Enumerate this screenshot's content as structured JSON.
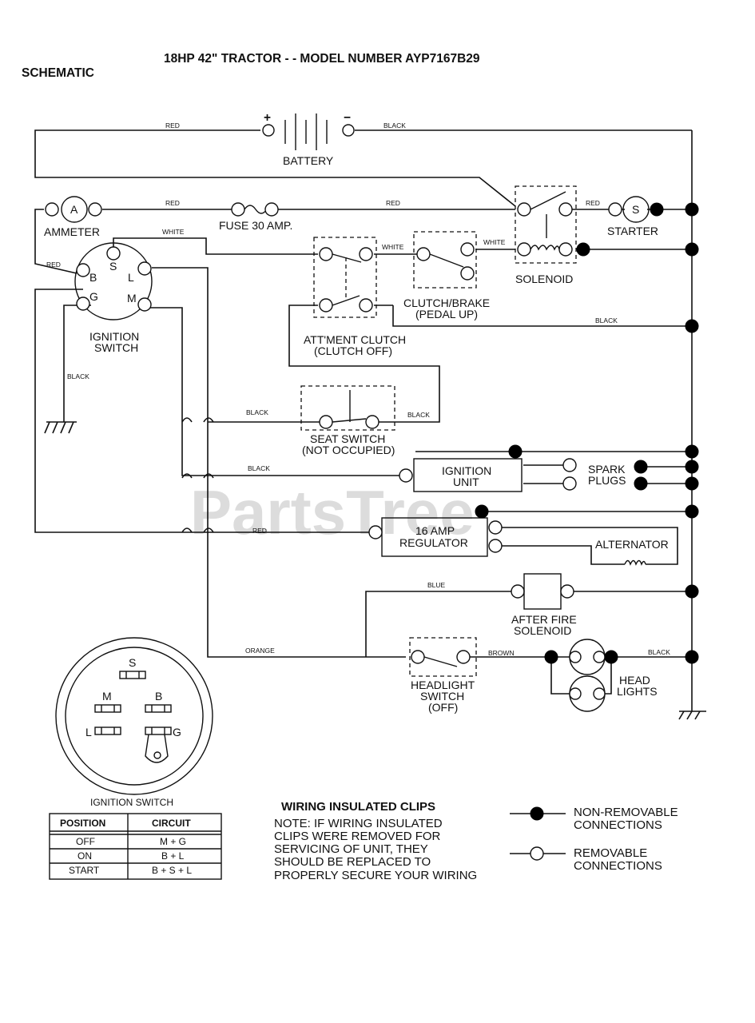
{
  "header": {
    "title": "18HP 42\" TRACTOR - - MODEL NUMBER AYP7167B29",
    "section": "SCHEMATIC"
  },
  "watermark": "PartsTree",
  "components": {
    "battery": "BATTERY",
    "battery_plus": "+",
    "battery_minus": "−",
    "ammeter": "AMMETER",
    "ammeter_symbol": "A",
    "fuse": "FUSE 30 AMP.",
    "starter": "STARTER",
    "starter_symbol": "S",
    "solenoid": "SOLENOID",
    "clutch_brake_1": "CLUTCH/BRAKE",
    "clutch_brake_2": "(PEDAL UP)",
    "attachment_clutch_1": "ATT'MENT CLUTCH",
    "attachment_clutch_2": "(CLUTCH OFF)",
    "ignition_switch_1": "IGNITION",
    "ignition_switch_2": "SWITCH",
    "seat_switch_1": "SEAT SWITCH",
    "seat_switch_2": "(NOT OCCUPIED)",
    "ignition_unit_1": "IGNITION",
    "ignition_unit_2": "UNIT",
    "spark_plugs_1": "SPARK",
    "spark_plugs_2": "PLUGS",
    "regulator_1": "16 AMP",
    "regulator_2": "REGULATOR",
    "alternator": "ALTERNATOR",
    "after_fire_1": "AFTER FIRE",
    "after_fire_2": "SOLENOID",
    "headlight_switch_1": "HEADLIGHT",
    "headlight_switch_2": "SWITCH",
    "headlight_switch_3": "(OFF)",
    "head_lights_1": "HEAD",
    "head_lights_2": "LIGHTS"
  },
  "terminals": {
    "S": "S",
    "B": "B",
    "L": "L",
    "G": "G",
    "M": "M"
  },
  "wire_colors": {
    "red": "RED",
    "black": "BLACK",
    "white": "WHITE",
    "blue": "BLUE",
    "orange": "ORANGE",
    "brown": "BROWN"
  },
  "switch_face": {
    "caption": "IGNITION SWITCH",
    "S": "S",
    "M": "M",
    "B": "B",
    "L": "L",
    "G": "G"
  },
  "switch_table": {
    "headers": [
      "POSITION",
      "CIRCUIT"
    ],
    "rows": [
      [
        "OFF",
        "M + G"
      ],
      [
        "ON",
        "B + L"
      ],
      [
        "START",
        "B + S + L"
      ]
    ]
  },
  "clips_note": {
    "heading": "WIRING INSULATED CLIPS",
    "lines": [
      "NOTE: IF WIRING INSULATED",
      "CLIPS WERE REMOVED FOR",
      "SERVICING OF UNIT, THEY",
      "SHOULD BE REPLACED TO",
      "PROPERLY SECURE YOUR WIRING"
    ]
  },
  "legend": {
    "non_removable_1": "NON-REMOVABLE",
    "non_removable_2": "CONNECTIONS",
    "removable_1": "REMOVABLE",
    "removable_2": "CONNECTIONS"
  }
}
